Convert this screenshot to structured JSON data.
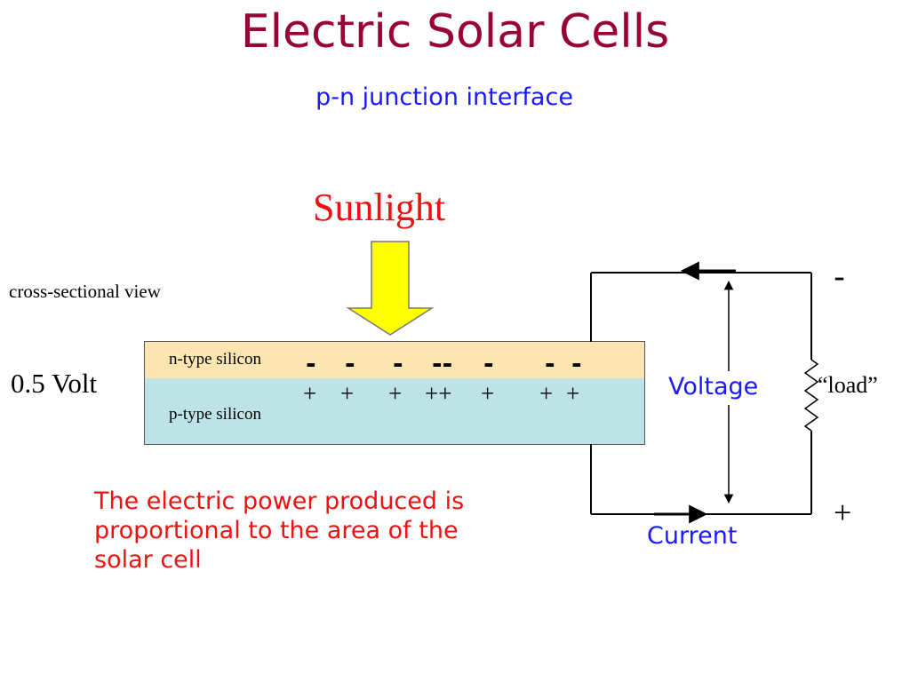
{
  "title": "Electric Solar Cells",
  "subtitle": "p-n junction interface",
  "sunlight": "Sunlight",
  "cross_section": "cross-sectional view",
  "voltage_value": "0.5 Volt",
  "n_layer_label": "n-type silicon",
  "p_layer_label": "p-type silicon",
  "charges": {
    "minus": [
      "-",
      "-",
      "-",
      "--",
      "-",
      "-",
      "-"
    ],
    "plus": [
      "+",
      "+",
      "+",
      "++",
      "+",
      "+",
      "+"
    ]
  },
  "circuit": {
    "voltage_label": "Voltage",
    "current_label": "Current",
    "load_label": "“load”",
    "negative_sign": "-",
    "positive_sign": "+"
  },
  "note_lines": [
    "The electric power produced is",
    "proportional to the area of the",
    "solar cell"
  ],
  "colors": {
    "title": "#990033",
    "subtitle": "#1a1aff",
    "sunlight_text": "#ee1111",
    "arrow_fill": "#ffff00",
    "n_layer": "#fce5b0",
    "p_layer": "#bde3e6",
    "note": "#ee1111"
  }
}
